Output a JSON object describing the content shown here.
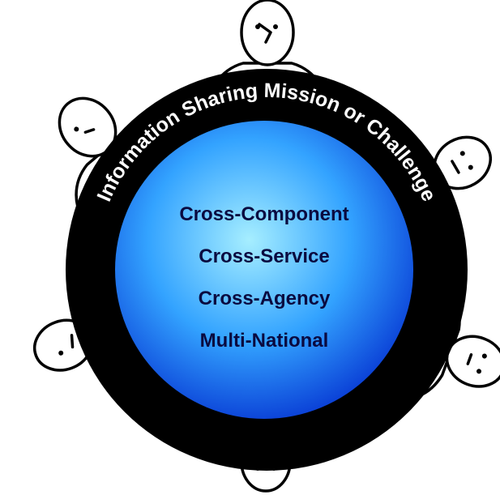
{
  "ring": {
    "arc_label": "Information Sharing Mission or Challenge",
    "ring_color": "#000000",
    "arc_text_color": "#ffffff"
  },
  "center": {
    "lines": [
      "Cross-Component",
      "Cross-Service",
      "Cross-Agency",
      "Multi-National"
    ],
    "gradient_light": "#a6eeff",
    "gradient_mid": "#33a3ff",
    "gradient_dark": "#0a3fd6",
    "text_color": "#0a0a40"
  },
  "people": [
    {
      "name": "person-top-icon"
    },
    {
      "name": "person-upper-left-icon"
    },
    {
      "name": "person-upper-right-icon"
    },
    {
      "name": "person-lower-left-icon"
    },
    {
      "name": "person-lower-right-icon"
    },
    {
      "name": "person-bottom-icon"
    }
  ]
}
